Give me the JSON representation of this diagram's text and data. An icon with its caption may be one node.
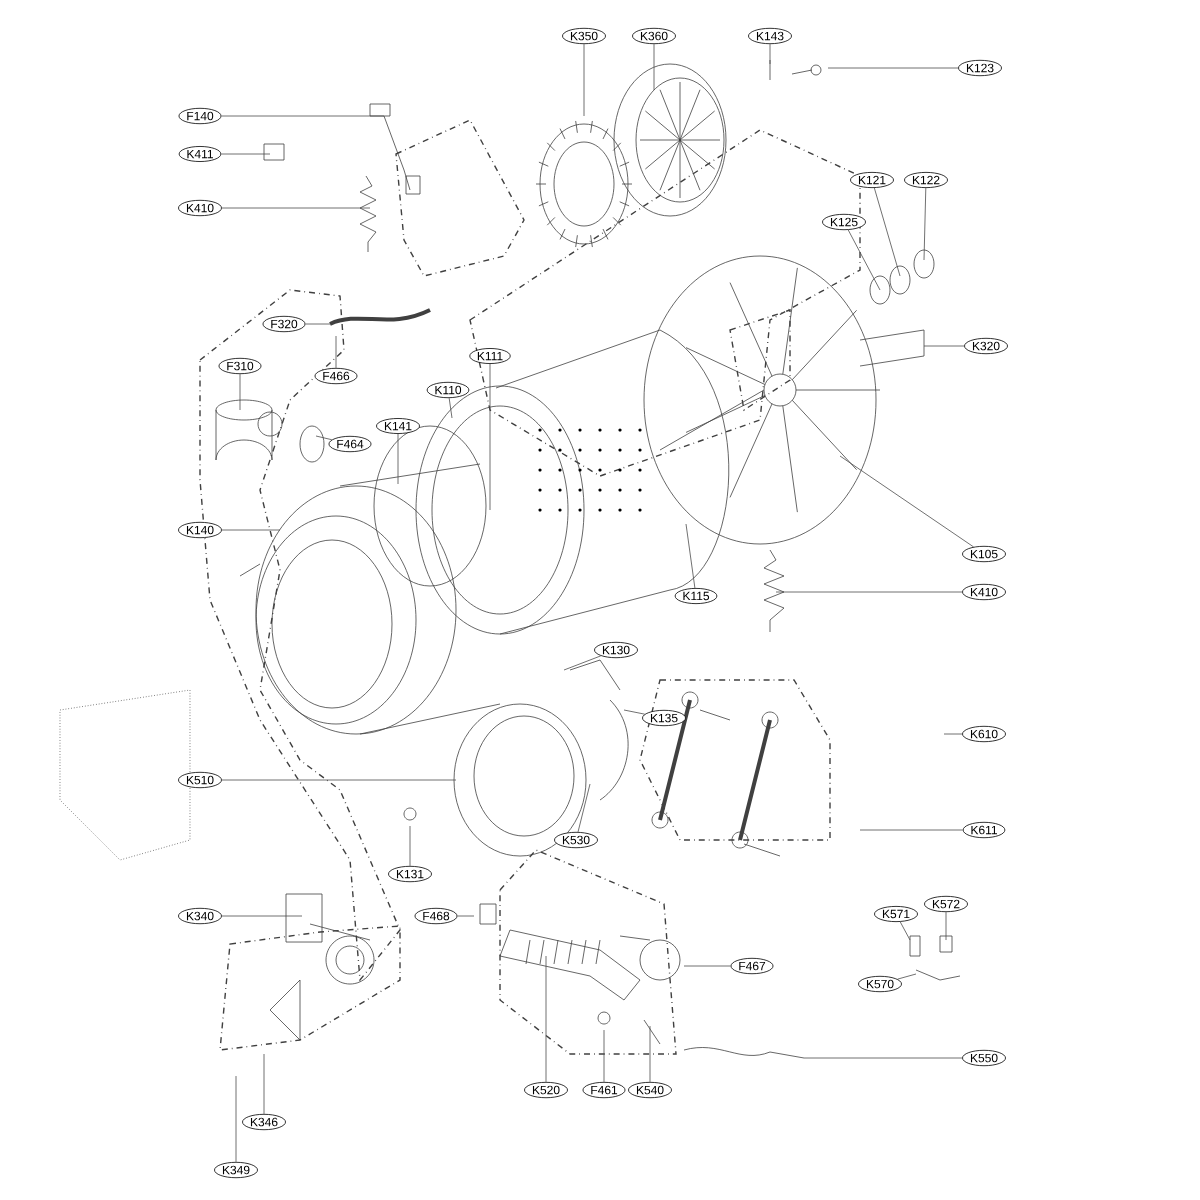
{
  "diagram": {
    "nodes": [
      {
        "text": [
          "K350"
        ]
      },
      {
        "text": [
          "K360"
        ]
      },
      {
        "text": [
          "K143"
        ]
      },
      {
        "text": [
          "K123"
        ]
      },
      {
        "text": [
          "F140"
        ]
      },
      {
        "text": [
          "K411"
        ]
      },
      {
        "text": [
          "K410"
        ]
      },
      {
        "text": [
          "K121"
        ]
      },
      {
        "text": [
          "K122"
        ]
      },
      {
        "text": [
          "K125"
        ]
      },
      {
        "text": [
          "F320"
        ]
      },
      {
        "text": [
          "F310"
        ]
      },
      {
        "text": [
          "F466"
        ]
      },
      {
        "text": [
          "K111"
        ]
      },
      {
        "text": [
          "K110"
        ]
      },
      {
        "text": [
          "K141"
        ]
      },
      {
        "text": [
          "F464"
        ]
      },
      {
        "text": [
          "K320"
        ]
      },
      {
        "text": [
          "K140"
        ]
      },
      {
        "text": [
          "K105"
        ]
      },
      {
        "text": [
          "K115"
        ]
      },
      {
        "text": [
          "K410"
        ]
      },
      {
        "text": [
          "K130"
        ]
      },
      {
        "text": [
          "K135"
        ]
      },
      {
        "text": [
          "K610"
        ]
      },
      {
        "text": [
          "K510"
        ]
      },
      {
        "text": [
          "K530"
        ]
      },
      {
        "text": [
          "K611"
        ]
      },
      {
        "text": [
          "K131"
        ]
      },
      {
        "text": [
          "F468"
        ]
      },
      {
        "text": [
          "K571"
        ]
      },
      {
        "text": [
          "K572"
        ]
      },
      {
        "text": [
          "K340"
        ]
      },
      {
        "text": [
          "F467"
        ]
      },
      {
        "text": [
          "K570"
        ]
      },
      {
        "text": [
          "K550"
        ]
      },
      {
        "text": [
          "K346"
        ]
      },
      {
        "text": [
          "K520"
        ]
      },
      {
        "text": [
          "F461"
        ]
      },
      {
        "text": [
          "K540"
        ]
      },
      {
        "text": [
          "K349"
        ]
      }
    ],
    "edges": [
      {
        "from": 0,
        "to": null,
        "arrow": "none"
      },
      {
        "from": 1,
        "to": null,
        "arrow": "none"
      },
      {
        "from": 2,
        "to": null,
        "arrow": "none"
      },
      {
        "from": 3,
        "to": null,
        "arrow": "none"
      },
      {
        "from": 4,
        "to": null,
        "arrow": "none"
      },
      {
        "from": 5,
        "to": null,
        "arrow": "none"
      },
      {
        "from": 6,
        "to": null,
        "arrow": "none"
      },
      {
        "from": 7,
        "to": null,
        "arrow": "none"
      },
      {
        "from": 8,
        "to": null,
        "arrow": "none"
      },
      {
        "from": 9,
        "to": null,
        "arrow": "none"
      },
      {
        "from": 10,
        "to": null,
        "arrow": "none"
      },
      {
        "from": 11,
        "to": null,
        "arrow": "none"
      },
      {
        "from": 12,
        "to": null,
        "arrow": "none"
      },
      {
        "from": 13,
        "to": null,
        "arrow": "none"
      },
      {
        "from": 14,
        "to": null,
        "arrow": "none"
      },
      {
        "from": 15,
        "to": null,
        "arrow": "none"
      },
      {
        "from": 16,
        "to": null,
        "arrow": "none"
      },
      {
        "from": 17,
        "to": null,
        "arrow": "none"
      },
      {
        "from": 18,
        "to": null,
        "arrow": "none"
      },
      {
        "from": 19,
        "to": null,
        "arrow": "none"
      },
      {
        "from": 20,
        "to": null,
        "arrow": "none"
      },
      {
        "from": 21,
        "to": null,
        "arrow": "none"
      },
      {
        "from": 22,
        "to": null,
        "arrow": "none"
      },
      {
        "from": 23,
        "to": null,
        "arrow": "none"
      },
      {
        "from": 24,
        "to": null,
        "arrow": "none"
      },
      {
        "from": 25,
        "to": null,
        "arrow": "none"
      },
      {
        "from": 26,
        "to": null,
        "arrow": "none"
      },
      {
        "from": 27,
        "to": null,
        "arrow": "none"
      },
      {
        "from": 28,
        "to": null,
        "arrow": "none"
      },
      {
        "from": 29,
        "to": null,
        "arrow": "none"
      },
      {
        "from": 30,
        "to": null,
        "arrow": "none"
      },
      {
        "from": 31,
        "to": null,
        "arrow": "none"
      },
      {
        "from": 32,
        "to": null,
        "arrow": "none"
      },
      {
        "from": 33,
        "to": null,
        "arrow": "none"
      },
      {
        "from": 34,
        "to": null,
        "arrow": "none"
      },
      {
        "from": 35,
        "to": null,
        "arrow": "none"
      },
      {
        "from": 36,
        "to": null,
        "arrow": "none"
      },
      {
        "from": 37,
        "to": null,
        "arrow": "none"
      },
      {
        "from": 38,
        "to": null,
        "arrow": "none"
      },
      {
        "from": 39,
        "to": null,
        "arrow": "none"
      },
      {
        "from": 40,
        "to": null,
        "arrow": "none"
      }
    ]
  }
}
